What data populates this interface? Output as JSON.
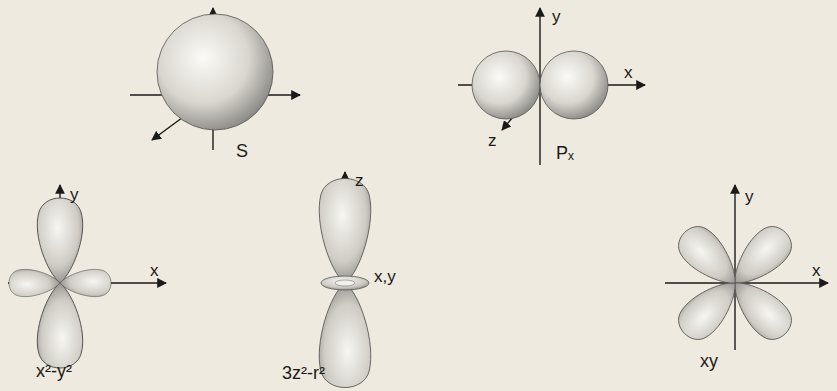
{
  "diagram": {
    "labels": [
      "S",
      "y",
      "x",
      "z",
      "Pₓ",
      "y",
      "x",
      "x²-y²",
      "z",
      "x,y",
      "3z²-r²",
      "y",
      "x",
      "xy"
    ]
  }
}
